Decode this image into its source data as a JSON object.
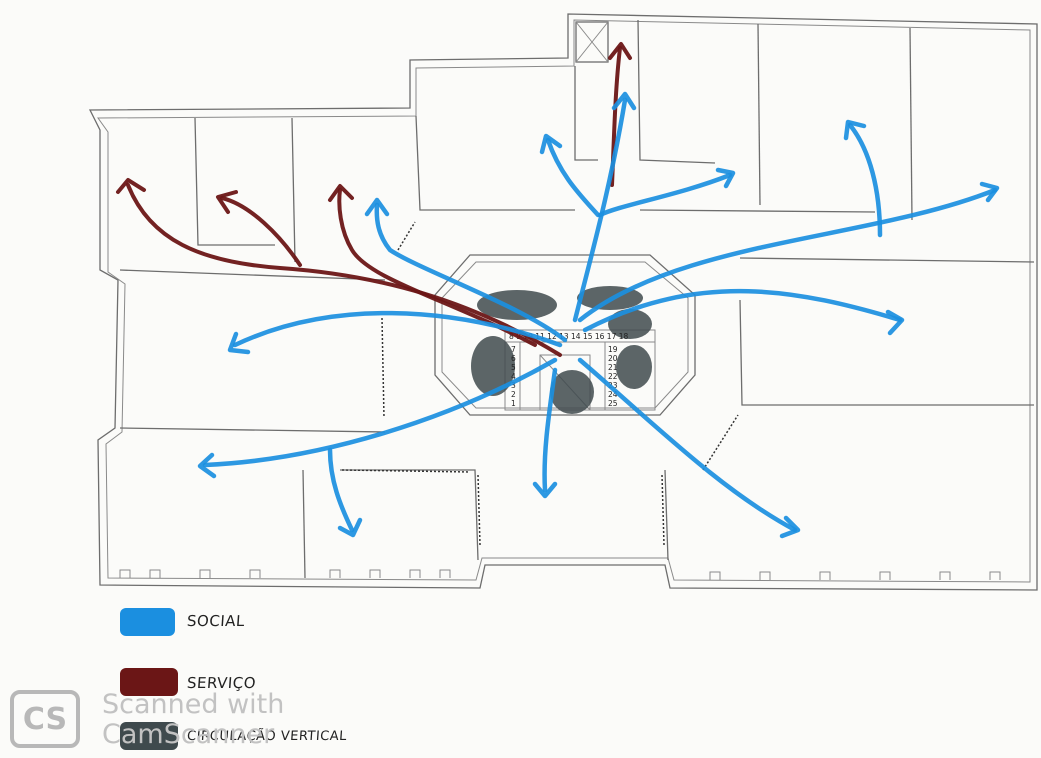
{
  "legend": {
    "items": [
      {
        "label": "SOCIAL",
        "color": "#1b8fe0"
      },
      {
        "label": "SERVIÇO",
        "color": "#6b1616"
      },
      {
        "label": "CIRCULAÇÃO VERTICAL",
        "color": "#3f4a4d"
      }
    ]
  },
  "stair_numbers": {
    "top": "8 9 10 11 12 13 14 15 16 17 18",
    "left": [
      "7",
      "6",
      "5",
      "4",
      "3",
      "2",
      "1"
    ],
    "right": [
      "19",
      "20",
      "21",
      "22",
      "23",
      "24",
      "25"
    ]
  },
  "watermark": {
    "logo": "CS",
    "line1": "Scanned with",
    "line2": "CamScanner"
  }
}
